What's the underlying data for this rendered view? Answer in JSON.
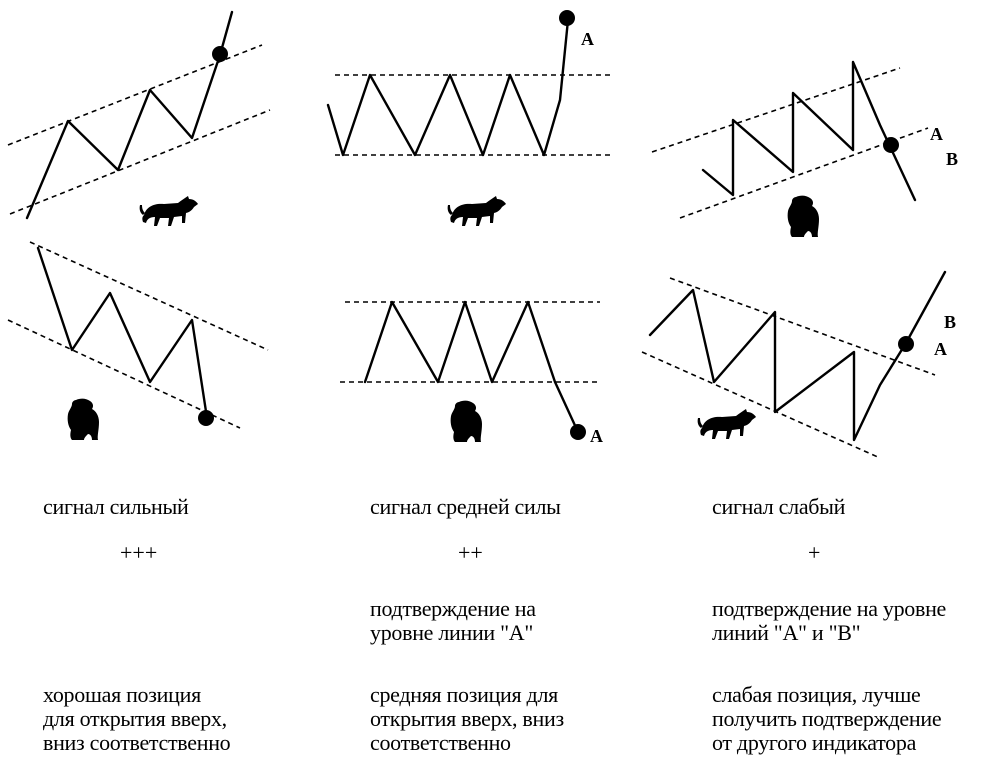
{
  "columns": [
    {
      "signal": "сигнал сильный",
      "rating": "+++",
      "confirmation": "",
      "position": "хорошая позиция\nдля открытия вверх,\nвниз соответственно"
    },
    {
      "signal": "сигнал средней силы",
      "rating": "++",
      "confirmation": "подтверждение на\nуровне линии \"А\"",
      "position": "средняя позиция для\nоткрытия вверх, вниз\nсоответственно"
    },
    {
      "signal": "сигнал слабый",
      "rating": "+",
      "confirmation": "подтверждение на уровне\nлиний \"А\" и \"В\"",
      "position": "слабая позиция, лучше\nполучить подтверждение\nот другого индикатора"
    }
  ],
  "point_labels": {
    "mid_top": "A",
    "right_top_a": "A",
    "right_top_b": "B",
    "mid_bottom": "A",
    "right_bottom_b": "B",
    "right_bottom_a": "A"
  },
  "icons": {
    "bull": "bull-icon",
    "bear": "bear-icon"
  }
}
